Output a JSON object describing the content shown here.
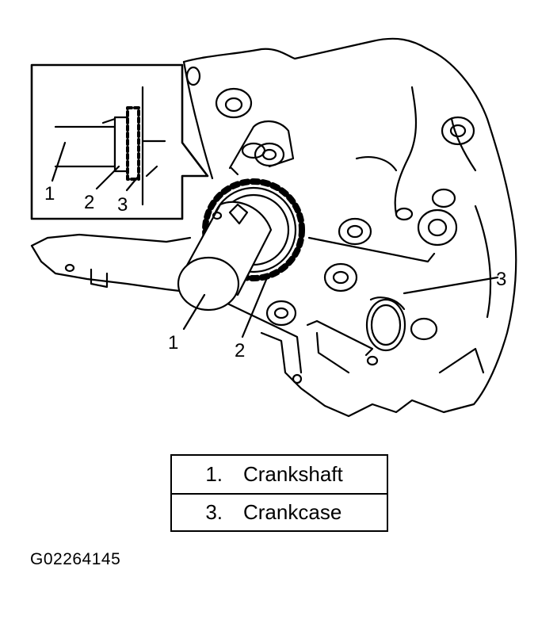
{
  "callouts": {
    "inset": [
      "1",
      "2",
      "3"
    ],
    "main": [
      "1",
      "2",
      "3"
    ]
  },
  "legend": [
    {
      "number": "1.",
      "label": "Crankshaft"
    },
    {
      "number": "3.",
      "label": "Crankcase"
    }
  ],
  "figure_id": "G02264145"
}
